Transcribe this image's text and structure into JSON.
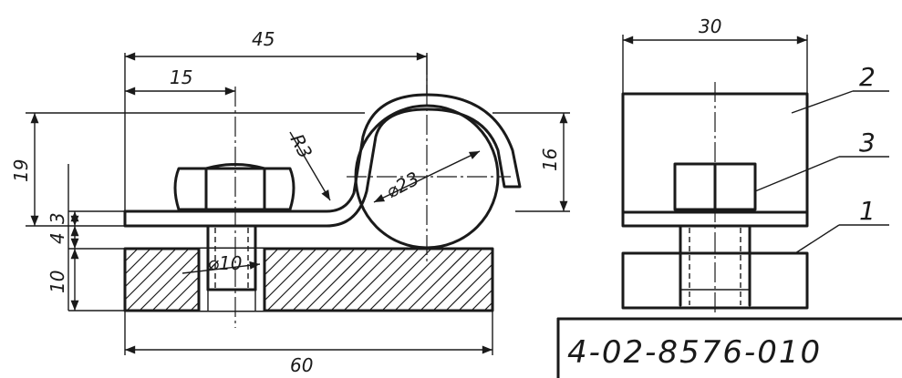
{
  "dimensions": {
    "d45": "45",
    "d15": "15",
    "d30": "30",
    "d60": "60",
    "d19": "19",
    "d16": "16",
    "d3": "3",
    "d4": "4",
    "d10v": "10",
    "r3": "R3",
    "dia23": "⌀23",
    "dia10": "⌀10"
  },
  "part_labels": {
    "p1": "1",
    "p2": "2",
    "p3": "3"
  },
  "title_block": {
    "code": "4-02-8576-010"
  }
}
